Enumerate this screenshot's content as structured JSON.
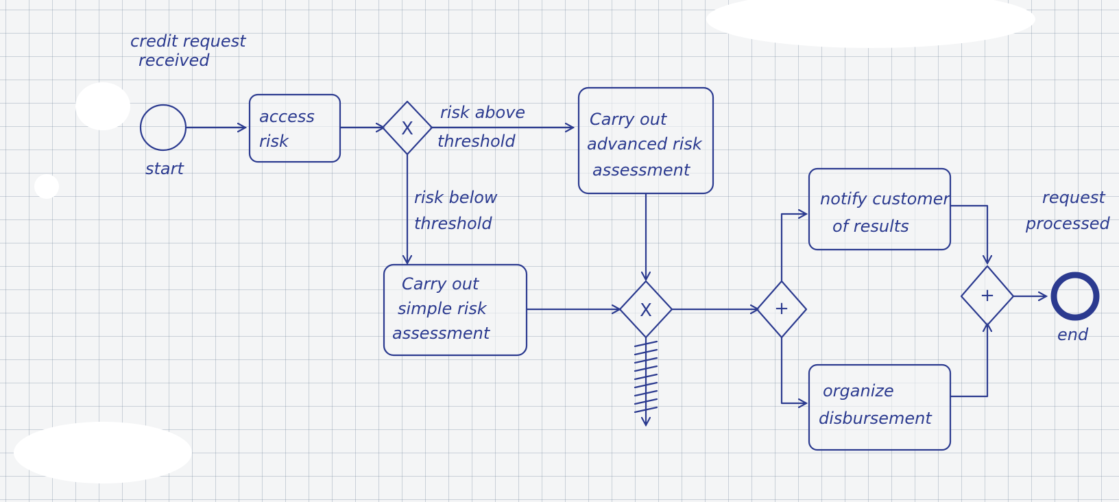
{
  "events": {
    "start_annotation": [
      "credit request",
      "received"
    ],
    "start_label": "start",
    "end_annotation": [
      "request",
      "processed"
    ],
    "end_label": "end"
  },
  "tasks": {
    "access_risk": [
      "access",
      "risk"
    ],
    "advanced_assessment": [
      "Carry out",
      "advanced risk",
      "assessment"
    ],
    "simple_assessment": [
      "Carry out",
      "simple risk",
      "assessment"
    ],
    "notify_customer": [
      "notify customer",
      "of results"
    ],
    "organize_disbursement": [
      "organize",
      "disbursement"
    ]
  },
  "gateways": {
    "risk_split_marker": "X",
    "risk_merge_marker": "X",
    "parallel_split_marker": "+",
    "parallel_join_marker": "+"
  },
  "flows": {
    "above_threshold": [
      "risk above",
      "threshold"
    ],
    "below_threshold": [
      "risk below",
      "threshold"
    ]
  },
  "colors": {
    "ink": "#2b3a8f",
    "paper": "#f4f5f6",
    "grid": "#8c9bb0"
  }
}
